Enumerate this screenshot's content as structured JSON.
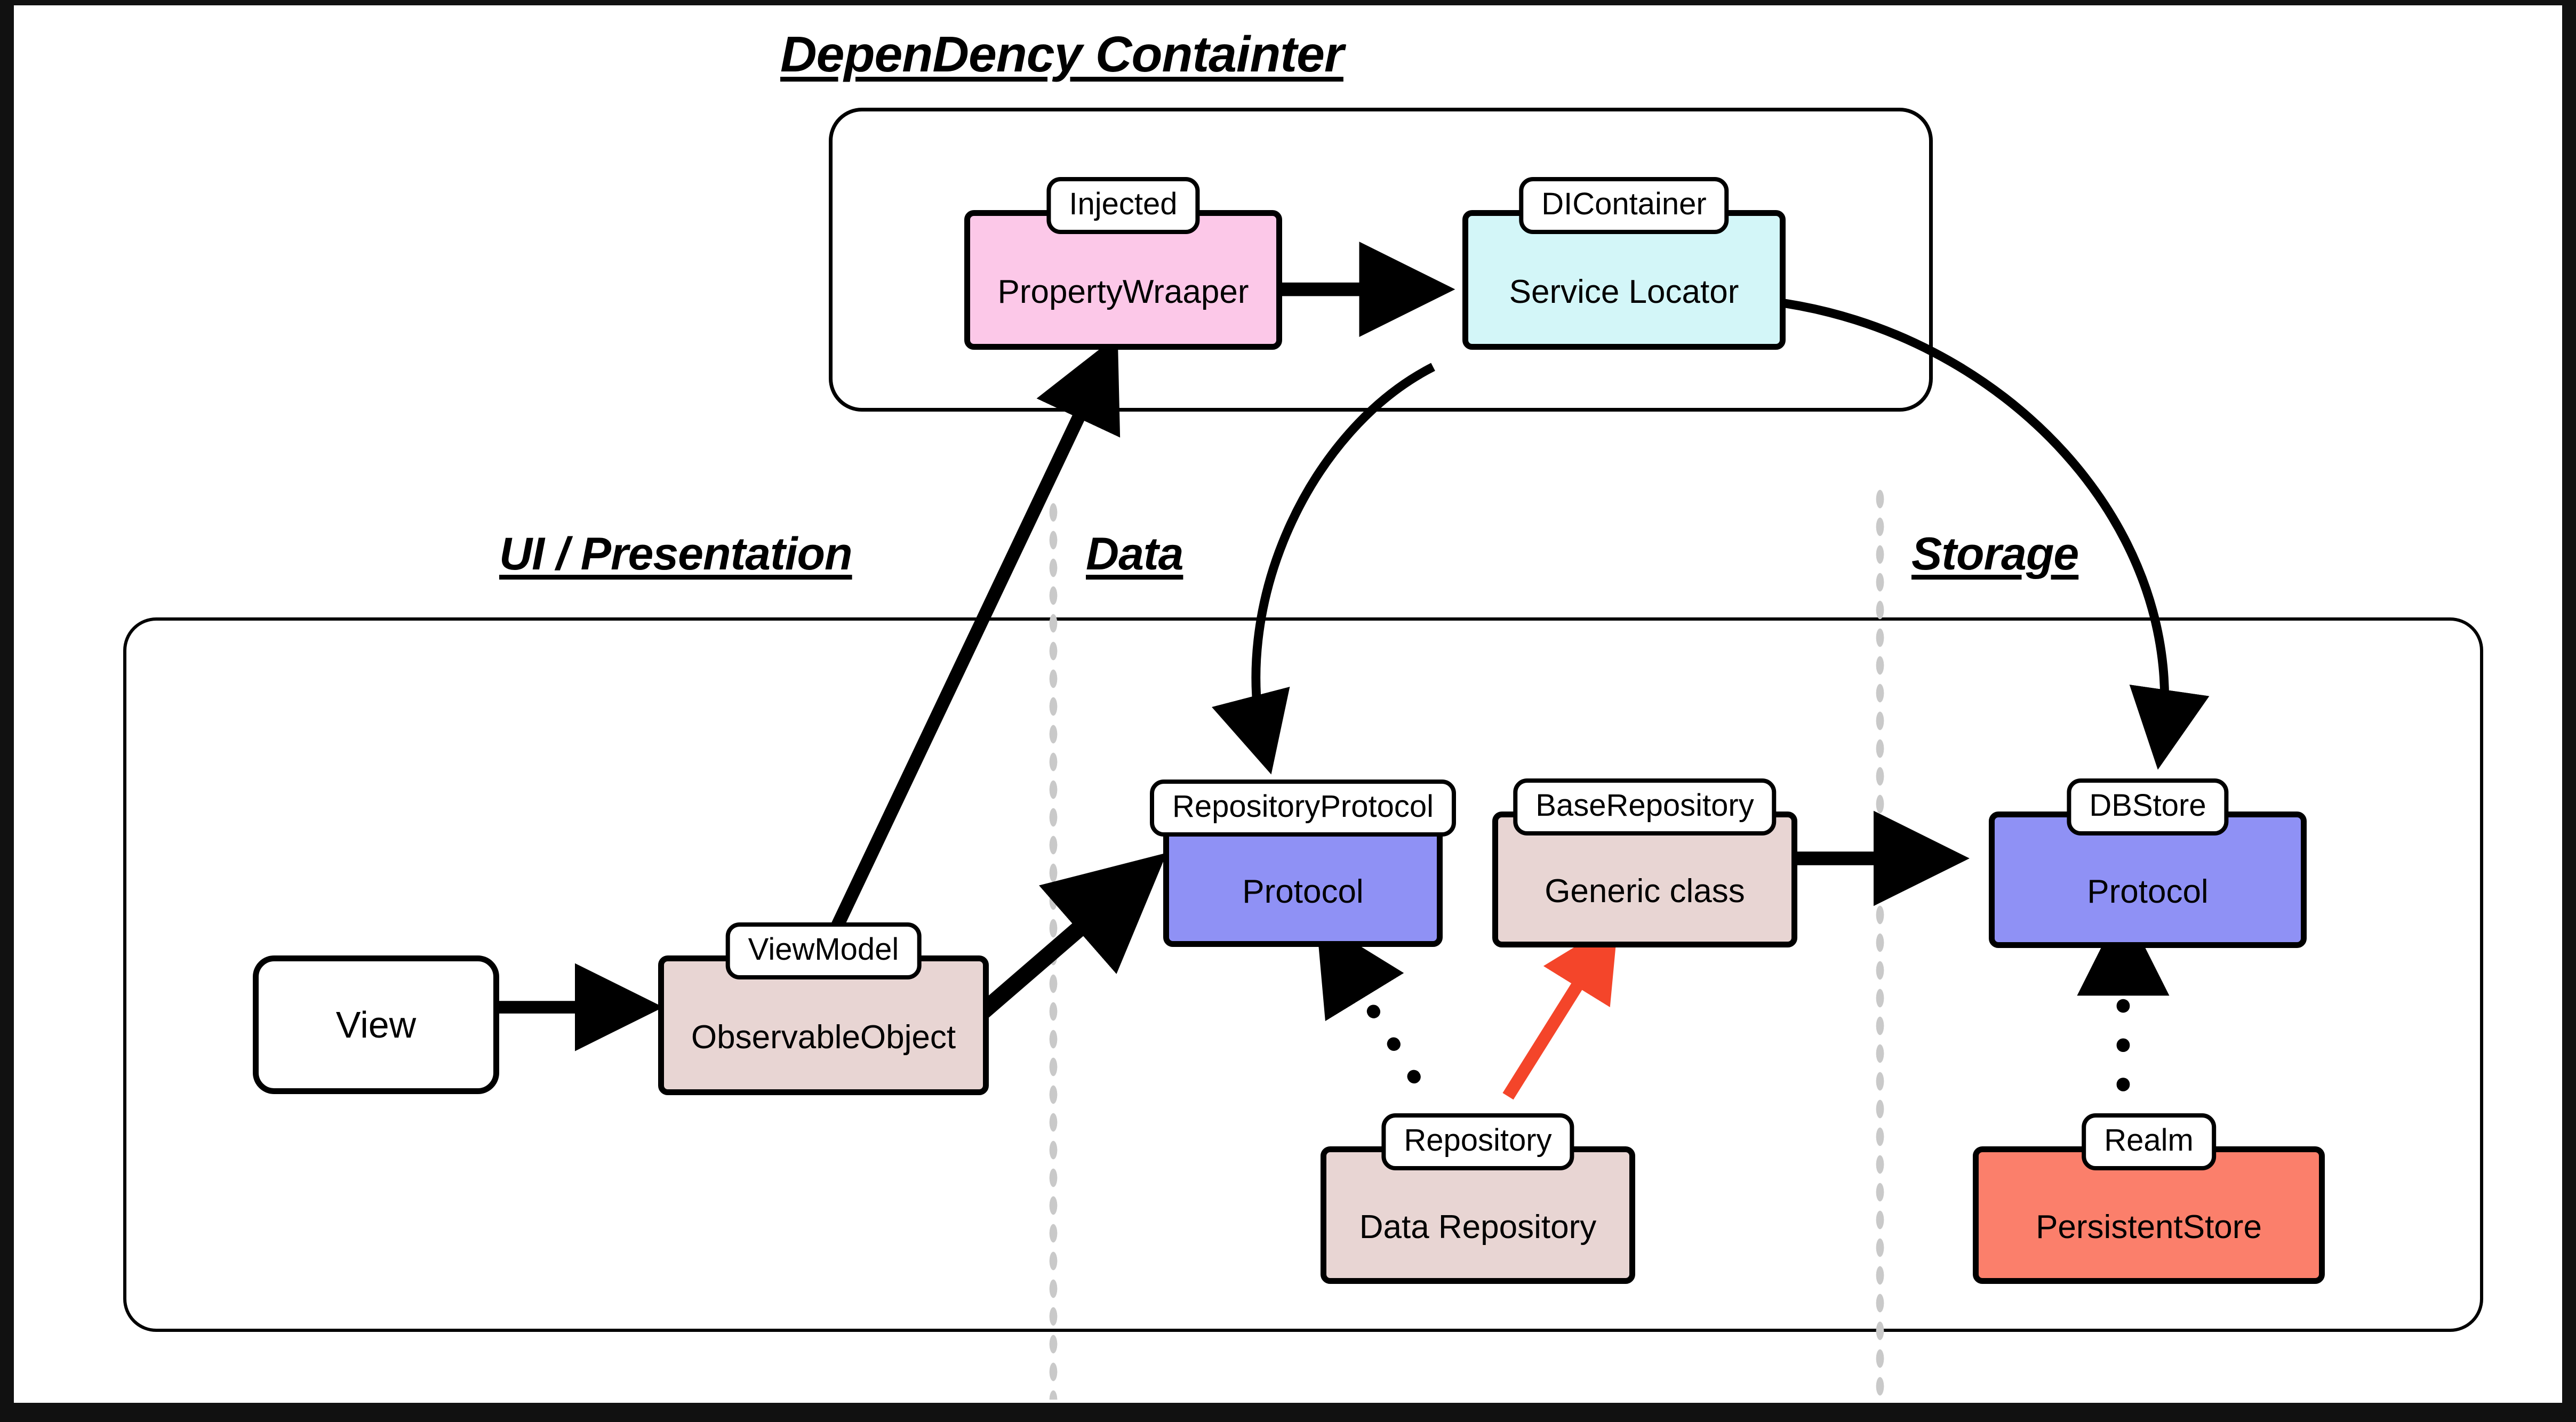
{
  "diagram": {
    "title": "DepenDency Containter",
    "layer_headings": [
      {
        "id": "ui",
        "label": "UI / Presentation"
      },
      {
        "id": "data",
        "label": "Data"
      },
      {
        "id": "storage",
        "label": "Storage"
      }
    ],
    "nodes": [
      {
        "id": "injected",
        "tab": "Injected",
        "subtitle": "PropertyWraaper",
        "fill": "#fcc8e8"
      },
      {
        "id": "dicontainer",
        "tab": "DIContainer",
        "subtitle": "Service Locator",
        "fill": "#d3f6f8"
      },
      {
        "id": "view",
        "tab": "",
        "subtitle": "View",
        "fill": "#ffffff"
      },
      {
        "id": "viewmodel",
        "tab": "ViewModel",
        "subtitle": "ObservableObject",
        "fill": "#e8d5d3"
      },
      {
        "id": "repositoryprotocol",
        "tab": "RepositoryProtocol",
        "subtitle": "Protocol",
        "fill": "#8f91f5"
      },
      {
        "id": "baserepository",
        "tab": "BaseRepository",
        "subtitle": "Generic class",
        "fill": "#e8d5d3"
      },
      {
        "id": "dbstore",
        "tab": "DBStore",
        "subtitle": "Protocol",
        "fill": "#8f91f5"
      },
      {
        "id": "repository",
        "tab": "Repository",
        "subtitle": "Data Repository",
        "fill": "#e8d5d3"
      },
      {
        "id": "realm",
        "tab": "Realm",
        "subtitle": "PersistentStore",
        "fill": "#fb7f6b"
      }
    ],
    "edges": [
      {
        "from": "injected",
        "to": "dicontainer",
        "style": "solid-thick",
        "color": "#000000"
      },
      {
        "from": "viewmodel",
        "to": "injected",
        "style": "solid-thick",
        "color": "#000000"
      },
      {
        "from": "view",
        "to": "viewmodel",
        "style": "solid-thick",
        "color": "#000000"
      },
      {
        "from": "viewmodel",
        "to": "repositoryprotocol",
        "style": "solid-thick",
        "color": "#000000"
      },
      {
        "from": "dicontainer",
        "to": "repositoryprotocol",
        "style": "curved",
        "color": "#000000"
      },
      {
        "from": "dicontainer",
        "to": "dbstore",
        "style": "curved",
        "color": "#000000"
      },
      {
        "from": "baserepository",
        "to": "dbstore",
        "style": "solid-thick",
        "color": "#000000"
      },
      {
        "from": "repository",
        "to": "repositoryprotocol",
        "style": "dotted",
        "color": "#000000"
      },
      {
        "from": "repository",
        "to": "baserepository",
        "style": "solid",
        "color": "#f4452a"
      },
      {
        "from": "realm",
        "to": "dbstore",
        "style": "dotted",
        "color": "#000000"
      }
    ],
    "colors": {
      "property_wrapper_pink": "#fcc8e8",
      "service_locator_cyan": "#d3f6f8",
      "protocol_periwinkle": "#8f91f5",
      "class_rose": "#e8d5d3",
      "persistent_store_coral": "#fb7f6b",
      "red_arrow": "#f4452a",
      "divider_gray": "#c9c9c9",
      "stroke_black": "#000000"
    }
  }
}
